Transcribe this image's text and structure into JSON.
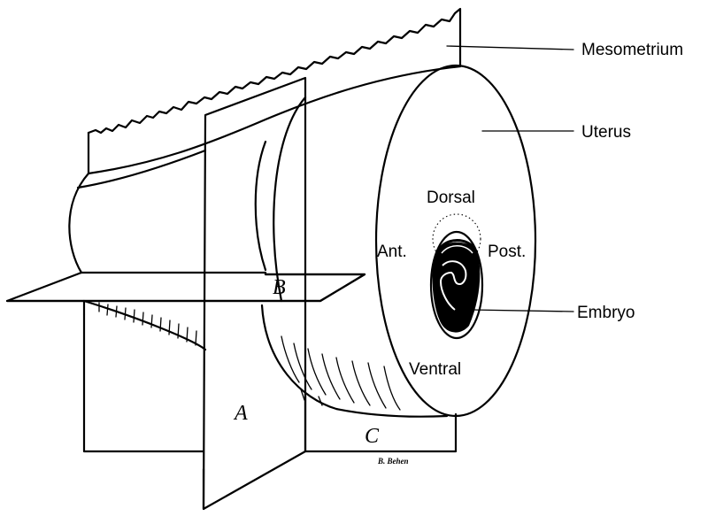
{
  "labels": {
    "mesometrium": "Mesometrium",
    "uterus": "Uterus",
    "embryo": "Embryo",
    "dorsal": "Dorsal",
    "ventral": "Ventral",
    "anterior": "Ant.",
    "posterior": "Post."
  },
  "planes": {
    "a": "A",
    "b": "B",
    "c": "C"
  },
  "signature": "B. Behen"
}
